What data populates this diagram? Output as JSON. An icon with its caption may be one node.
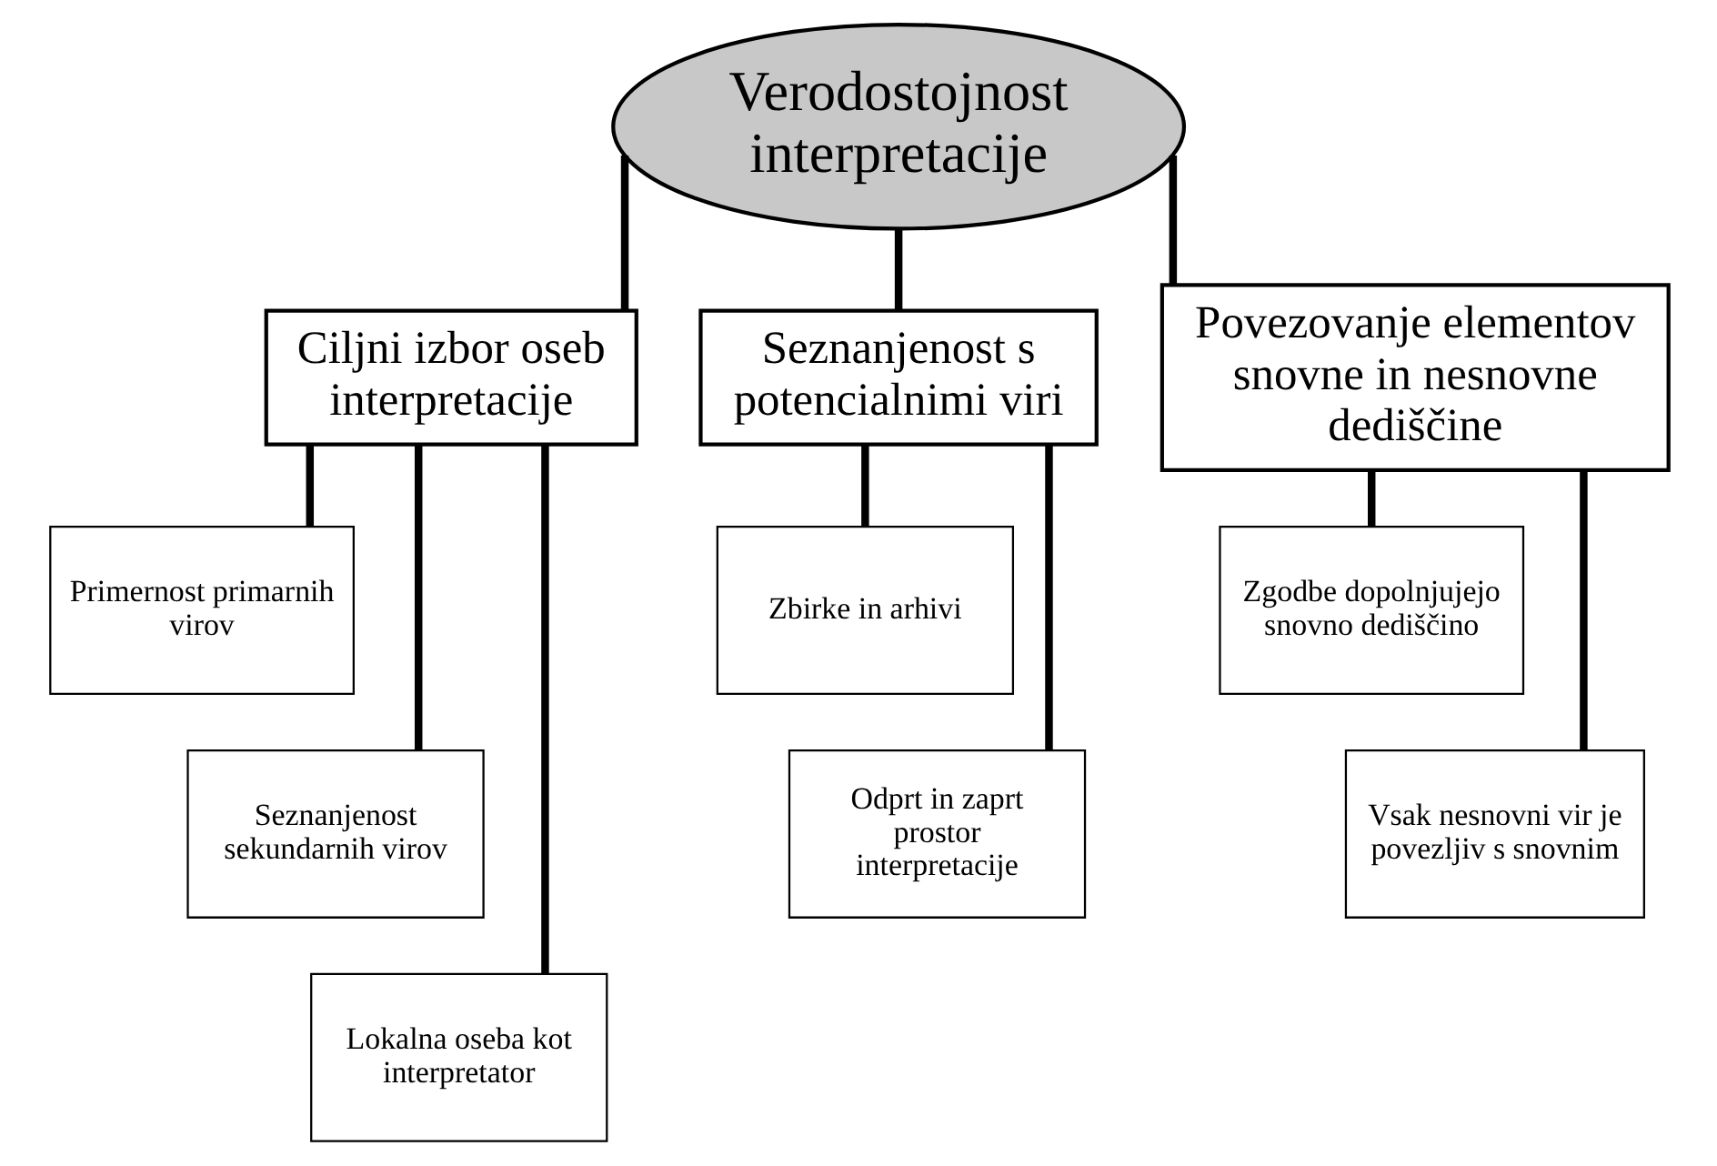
{
  "diagram": {
    "nodes": [
      {
        "text": [
          "Verodostojnost interpretacije"
        ]
      },
      {
        "text": [
          "Ciljni izbor oseb interpretacije"
        ]
      },
      {
        "text": [
          "Seznanjenost s potencialnimi viri"
        ]
      },
      {
        "text": [
          "Povezovanje elementov snovne in nesnovne dediščine"
        ]
      },
      {
        "text": [
          "Primernost primarnih virov"
        ]
      },
      {
        "text": [
          "Seznanjenost sekundarnih virov"
        ]
      },
      {
        "text": [
          "Lokalna oseba kot interpretator"
        ]
      },
      {
        "text": [
          "Zbirke in arhivi"
        ]
      },
      {
        "text": [
          "Odprt in zaprt prostor interpretacije"
        ]
      },
      {
        "text": [
          "Zgodbe dopolnjujejo snovno dediščino"
        ]
      },
      {
        "text": [
          "Vsak nesnovni vir je povezljiv s snovnim"
        ]
      }
    ],
    "edges": [
      {
        "from": 0,
        "to": 1,
        "arrow": "none"
      },
      {
        "from": 0,
        "to": 2,
        "arrow": "none"
      },
      {
        "from": 0,
        "to": 3,
        "arrow": "none"
      },
      {
        "from": 1,
        "to": 4,
        "arrow": "none"
      },
      {
        "from": 1,
        "to": 5,
        "arrow": "none"
      },
      {
        "from": 1,
        "to": 6,
        "arrow": "none"
      },
      {
        "from": 2,
        "to": 7,
        "arrow": "none"
      },
      {
        "from": 2,
        "to": 8,
        "arrow": "none"
      },
      {
        "from": 3,
        "to": 9,
        "arrow": "none"
      },
      {
        "from": 3,
        "to": 10,
        "arrow": "none"
      }
    ]
  }
}
